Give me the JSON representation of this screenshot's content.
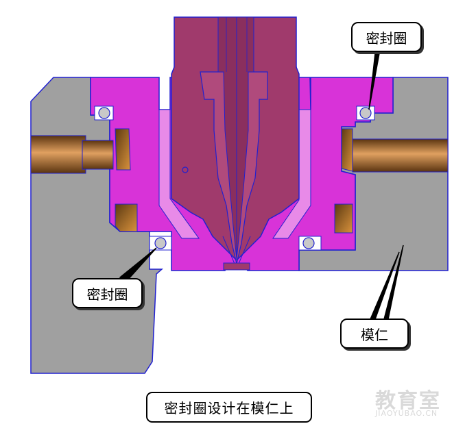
{
  "callouts": {
    "seal_ring_top": "密封圈",
    "seal_ring_left": "密封圈",
    "mold_insert": "模仁"
  },
  "caption": "密封圈设计在模仁上",
  "watermark": {
    "brand": "教育室",
    "url": "JIAOYUBAO.CN"
  },
  "colors": {
    "mold_insert": "#a0a0a0",
    "nozzle_body": "#d833d8",
    "nozzle_tip": "#a03a6c",
    "heater_rod": "#c9843e",
    "seal_ring": "#c8c8c8",
    "outline": "#2020d0"
  }
}
